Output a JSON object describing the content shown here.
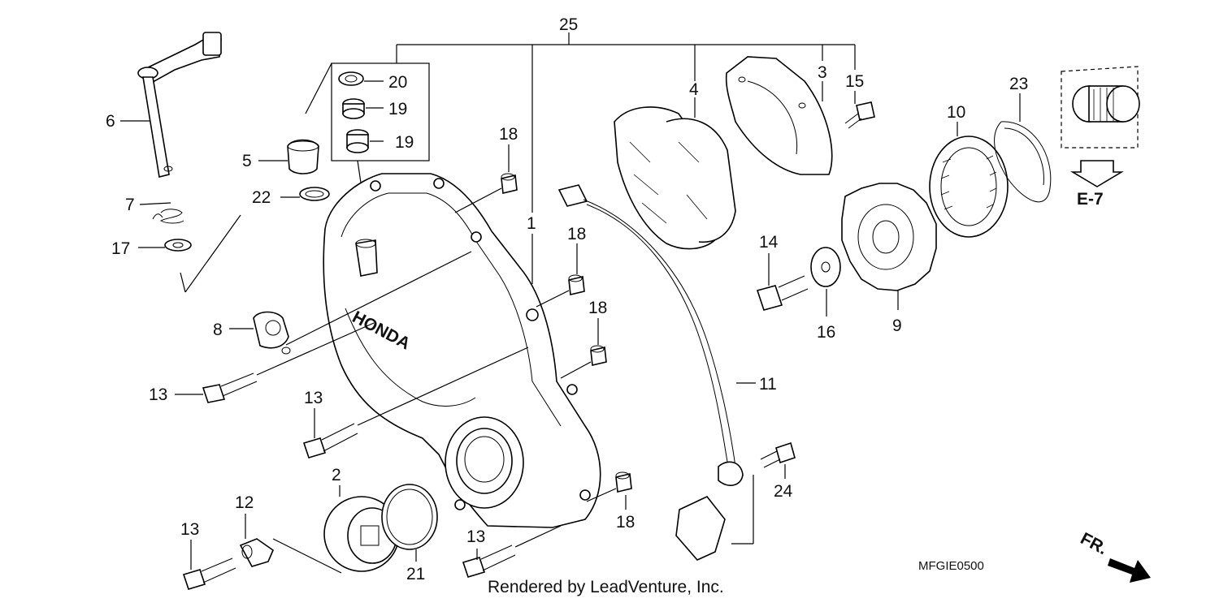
{
  "diagram": {
    "callouts": [
      "1",
      "2",
      "3",
      "4",
      "5",
      "6",
      "7",
      "8",
      "9",
      "10",
      "11",
      "12",
      "13",
      "14",
      "15",
      "16",
      "17",
      "18",
      "19",
      "20",
      "21",
      "22",
      "23",
      "24",
      "25"
    ],
    "reference_label": "E-7",
    "direction_label": "FR.",
    "part_code": "MFGIE0500",
    "brand_on_cover": "HONDA",
    "credit": "Rendered by LeadVenture, Inc."
  }
}
